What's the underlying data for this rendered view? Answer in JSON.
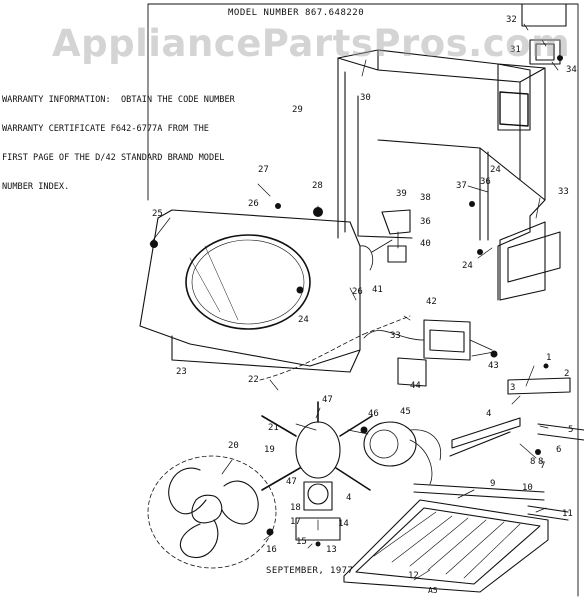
{
  "watermark": "AppliancePartsPros.com",
  "header": {
    "model_line": "MODEL NUMBER  867.648220"
  },
  "warranty": {
    "lines": [
      "WARRANTY INFORMATION:  OBTAIN THE CODE NUMBER",
      "WARRANTY CERTIFICATE F642-6777A FROM THE",
      "FIRST PAGE OF THE D/42 STANDARD BRAND MODEL",
      "NUMBER INDEX."
    ]
  },
  "footer": {
    "date": "SEPTEMBER, 1977",
    "code": "A5"
  },
  "callouts": [
    {
      "label": "1"
    },
    {
      "label": "2"
    },
    {
      "label": "3"
    },
    {
      "label": "4"
    },
    {
      "label": "5"
    },
    {
      "label": "6"
    },
    {
      "label": "7"
    },
    {
      "label": "8"
    },
    {
      "label": "9"
    },
    {
      "label": "10"
    },
    {
      "label": "11"
    },
    {
      "label": "12"
    },
    {
      "label": "13"
    },
    {
      "label": "14"
    },
    {
      "label": "15"
    },
    {
      "label": "16"
    },
    {
      "label": "17"
    },
    {
      "label": "18"
    },
    {
      "label": "19"
    },
    {
      "label": "20"
    },
    {
      "label": "21"
    },
    {
      "label": "22"
    },
    {
      "label": "23"
    },
    {
      "label": "24"
    },
    {
      "label": "24"
    },
    {
      "label": "24"
    },
    {
      "label": "25"
    },
    {
      "label": "26"
    },
    {
      "label": "26"
    },
    {
      "label": "27"
    },
    {
      "label": "28"
    },
    {
      "label": "29"
    },
    {
      "label": "30"
    },
    {
      "label": "31"
    },
    {
      "label": "32"
    },
    {
      "label": "33"
    },
    {
      "label": "33"
    },
    {
      "label": "34"
    },
    {
      "label": "36"
    },
    {
      "label": "36"
    },
    {
      "label": "37"
    },
    {
      "label": "38"
    },
    {
      "label": "39"
    },
    {
      "label": "40"
    },
    {
      "label": "41"
    },
    {
      "label": "42"
    },
    {
      "label": "43"
    },
    {
      "label": "44"
    },
    {
      "label": "45"
    },
    {
      "label": "46"
    },
    {
      "label": "47"
    },
    {
      "label": "47"
    },
    {
      "label": "4"
    },
    {
      "label": "8"
    }
  ]
}
